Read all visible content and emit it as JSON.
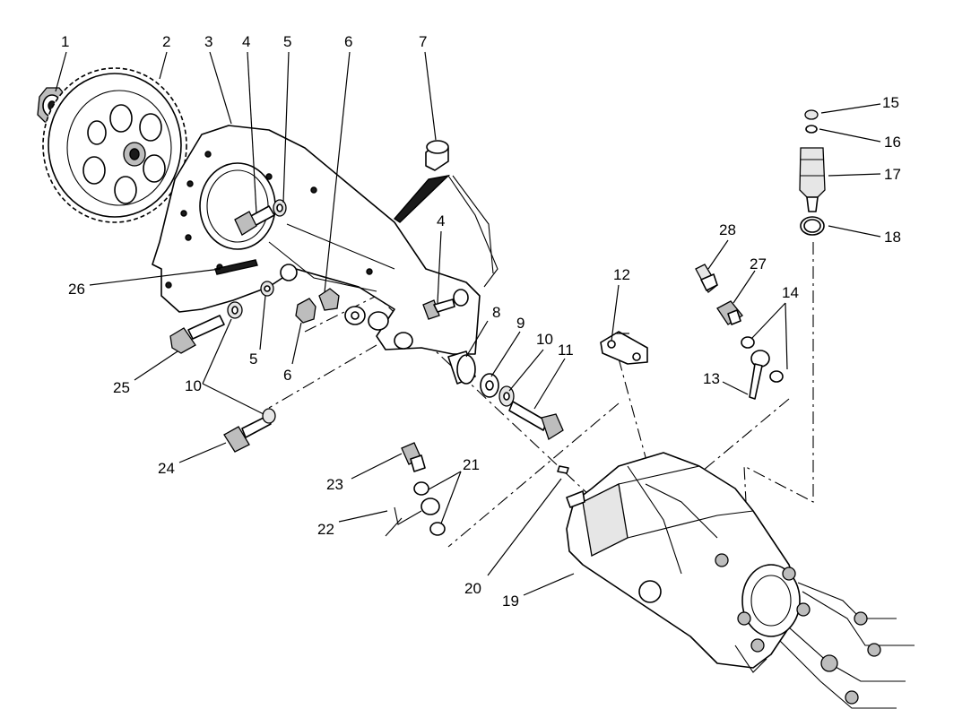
{
  "callouts": [
    {
      "label": "1"
    },
    {
      "label": "2"
    },
    {
      "label": "3"
    },
    {
      "label": "4"
    },
    {
      "label": "5"
    },
    {
      "label": "6"
    },
    {
      "label": "7"
    },
    {
      "label": "4"
    },
    {
      "label": "8"
    },
    {
      "label": "9"
    },
    {
      "label": "10"
    },
    {
      "label": "11"
    },
    {
      "label": "12"
    },
    {
      "label": "13"
    },
    {
      "label": "14"
    },
    {
      "label": "15"
    },
    {
      "label": "16"
    },
    {
      "label": "17"
    },
    {
      "label": "18"
    },
    {
      "label": "19"
    },
    {
      "label": "20"
    },
    {
      "label": "21"
    },
    {
      "label": "22"
    },
    {
      "label": "23"
    },
    {
      "label": "24"
    },
    {
      "label": "25"
    },
    {
      "label": "26"
    },
    {
      "label": "27"
    },
    {
      "label": "28"
    },
    {
      "label": "5"
    },
    {
      "label": "6"
    },
    {
      "label": "10"
    }
  ],
  "colors": {
    "ink": "#000000",
    "paper": "#ffffff",
    "shade": "#bdbdbd"
  }
}
